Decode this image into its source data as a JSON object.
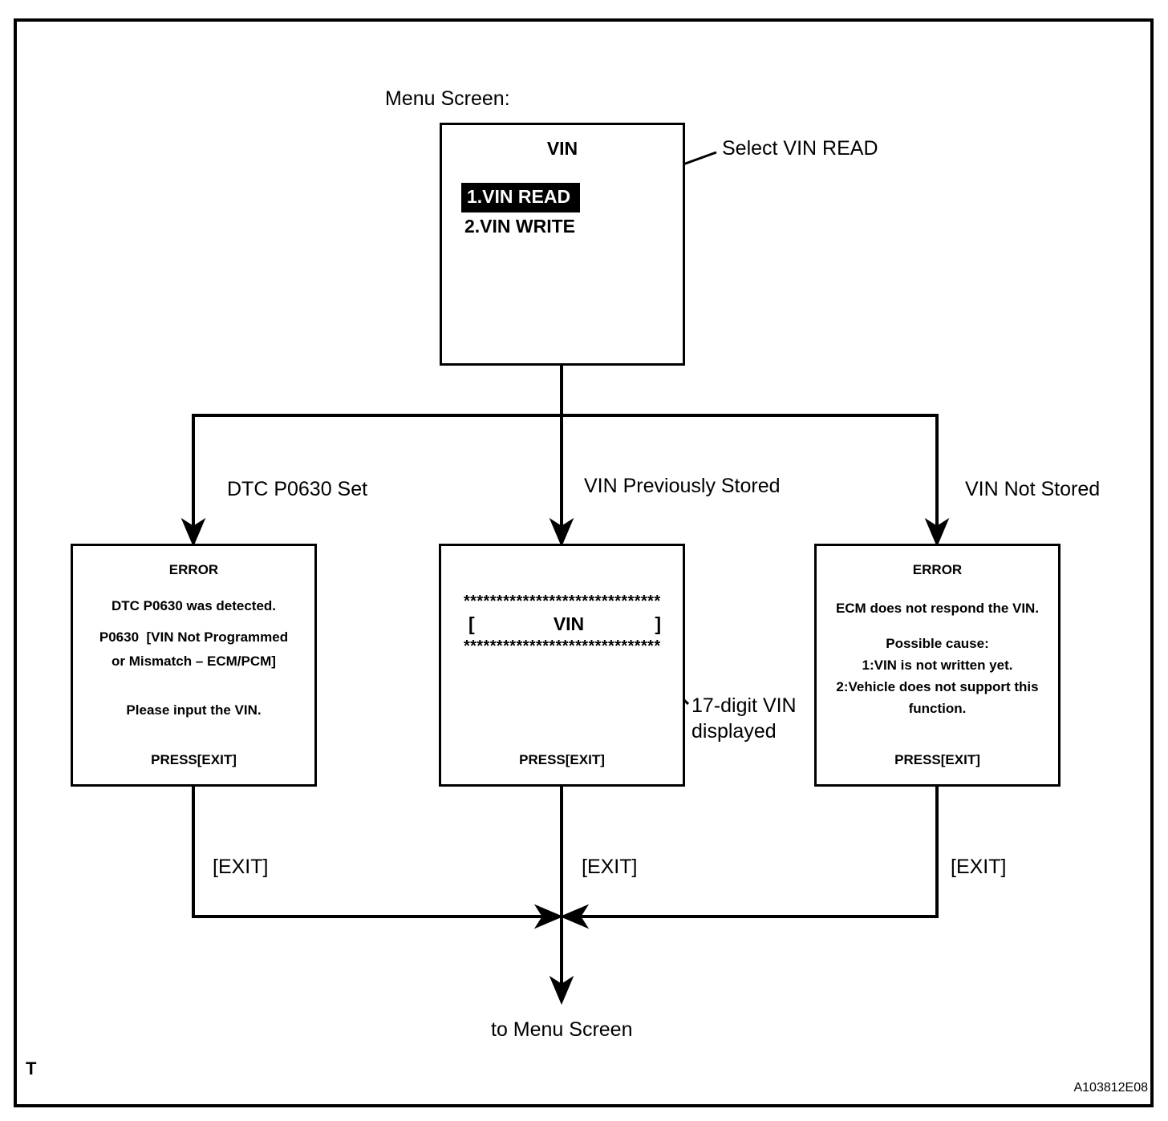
{
  "page": {
    "marker": "T",
    "figure_code": "A103812E08"
  },
  "header": {
    "menu_screen_label": "Menu Screen:"
  },
  "menu_box": {
    "title": "VIN",
    "items": [
      {
        "label": "1.VIN READ",
        "highlighted": true
      },
      {
        "label": "2.VIN WRITE",
        "highlighted": false
      }
    ],
    "annotation": "Select VIN READ"
  },
  "branches": [
    {
      "label": "DTC P0630 Set",
      "exit_label": "[EXIT]"
    },
    {
      "label": "VIN Previously Stored",
      "exit_label": "[EXIT]"
    },
    {
      "label": "VIN Not Stored",
      "exit_label": "[EXIT]"
    }
  ],
  "screens": {
    "dtc_error": {
      "title": "ERROR",
      "line1": "DTC P0630 was detected.",
      "line2": "P0630  [VIN Not Programmed",
      "line3": "or Mismatch – ECM/PCM]",
      "line4": "Please input the VIN.",
      "footer": "PRESS[EXIT]"
    },
    "vin_display": {
      "stars_top": "******************************",
      "bracket_open": "[",
      "label": "VIN",
      "bracket_close": "]",
      "stars_bottom": "******************************",
      "footer": "PRESS[EXIT]",
      "annotation_line1": "17-digit VIN",
      "annotation_line2": "displayed"
    },
    "no_response_error": {
      "title": "ERROR",
      "line1": "ECM does not respond the VIN.",
      "line2": "Possible cause:",
      "line3": "1:VIN is not written yet.",
      "line4": "2:Vehicle does not support this",
      "line5": "function.",
      "footer": "PRESS[EXIT]"
    }
  },
  "footer_flow": {
    "to_menu_label": "to Menu Screen"
  },
  "colors": {
    "ink": "#000000",
    "paper": "#ffffff",
    "highlight_bg": "#000000",
    "highlight_fg": "#ffffff"
  }
}
